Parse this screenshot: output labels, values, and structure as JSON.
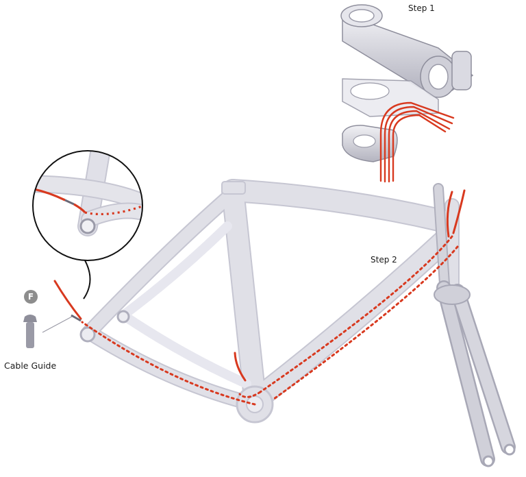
{
  "labels": {
    "step1": "Step 1",
    "step2": "Step 2",
    "cable_guide": "Cable Guide",
    "fastener_badge": "F"
  },
  "parts": [
    "stem-icon",
    "headset-spacer-icon",
    "headset-cap-icon",
    "bicycle-frame-icon",
    "fork-icon",
    "cable-guide-bolt-icon",
    "zoom-detail-icon"
  ],
  "colors": {
    "cable": "#d8391f",
    "frame": "#dadae3",
    "frame_outline": "#b9b9c6",
    "part": "#c9c9d2",
    "text": "#1a1a1a",
    "badge": "#8d8d8d"
  }
}
